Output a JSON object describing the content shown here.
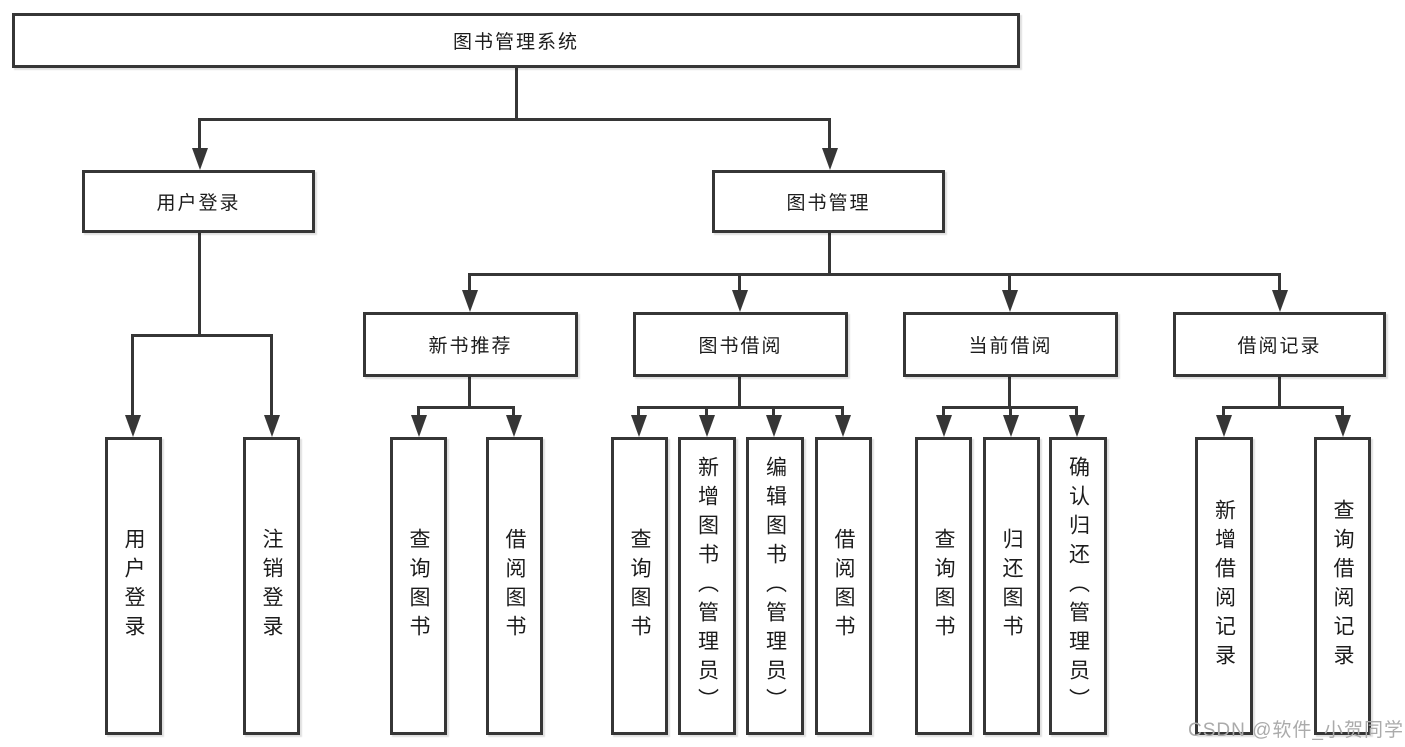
{
  "tree": {
    "root": {
      "label": "图书管理系统"
    },
    "branches": [
      {
        "label": "用户登录",
        "children": [
          {
            "label": "用户登录"
          },
          {
            "label": "注销登录"
          }
        ]
      },
      {
        "label": "图书管理",
        "children": [
          {
            "label": "新书推荐",
            "children": [
              {
                "label": "查询图书"
              },
              {
                "label": "借阅图书"
              }
            ]
          },
          {
            "label": "图书借阅",
            "children": [
              {
                "label": "查询图书"
              },
              {
                "label": "新增图书（管理员）"
              },
              {
                "label": "编辑图书（管理员）"
              },
              {
                "label": "借阅图书"
              }
            ]
          },
          {
            "label": "当前借阅",
            "children": [
              {
                "label": "查询图书"
              },
              {
                "label": "归还图书"
              },
              {
                "label": "确认归还（管理员）"
              }
            ]
          },
          {
            "label": "借阅记录",
            "children": [
              {
                "label": "新增借阅记录"
              },
              {
                "label": "查询借阅记录"
              }
            ]
          }
        ]
      }
    ]
  },
  "watermark": {
    "text": "CSDN @软件_小贺同学"
  },
  "colors": {
    "line": "#363636",
    "text": "#1c1c1c",
    "background": "#ffffff",
    "watermark": "#ababab"
  }
}
